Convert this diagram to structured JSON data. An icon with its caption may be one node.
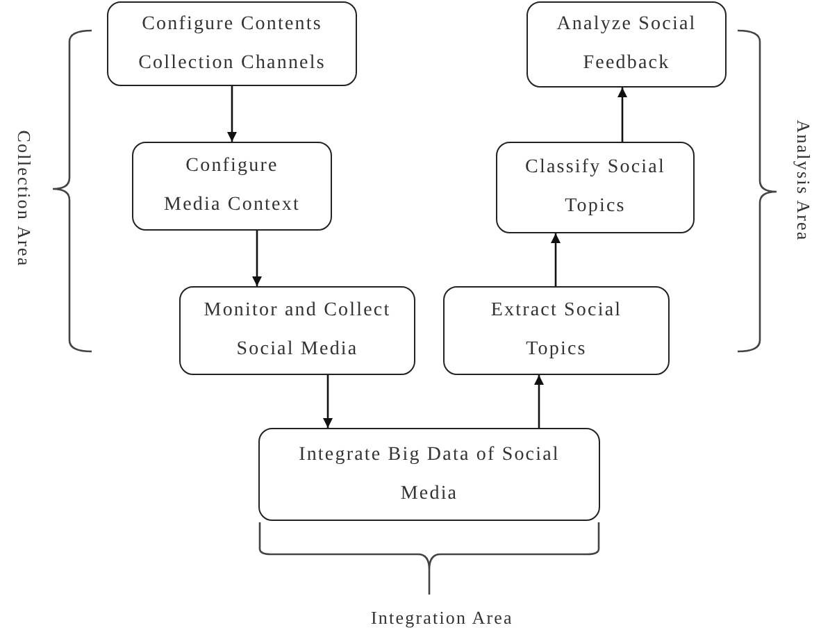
{
  "diagram": {
    "nodes": [
      {
        "text": [
          "Configure Contents Collection Channels"
        ]
      },
      {
        "text": [
          "Configure Media Context"
        ]
      },
      {
        "text": [
          "Monitor and Collect Social Media"
        ]
      },
      {
        "text": [
          "Integrate Big Data of Social Media"
        ]
      },
      {
        "text": [
          "Extract Social Topics"
        ]
      },
      {
        "text": [
          "Classify Social Topics"
        ]
      },
      {
        "text": [
          "Analyze Social Feedback"
        ]
      }
    ],
    "edges": [
      {
        "from": 0,
        "to": 1,
        "arrow": "to"
      },
      {
        "from": 1,
        "to": 2,
        "arrow": "to"
      },
      {
        "from": 2,
        "to": 3,
        "arrow": "to"
      },
      {
        "from": 3,
        "to": 4,
        "arrow": "to"
      },
      {
        "from": 4,
        "to": 5,
        "arrow": "to"
      },
      {
        "from": 5,
        "to": 6,
        "arrow": "to"
      }
    ],
    "labels": [
      "Collection Area",
      "Analysis Area",
      "Integration Area"
    ]
  }
}
